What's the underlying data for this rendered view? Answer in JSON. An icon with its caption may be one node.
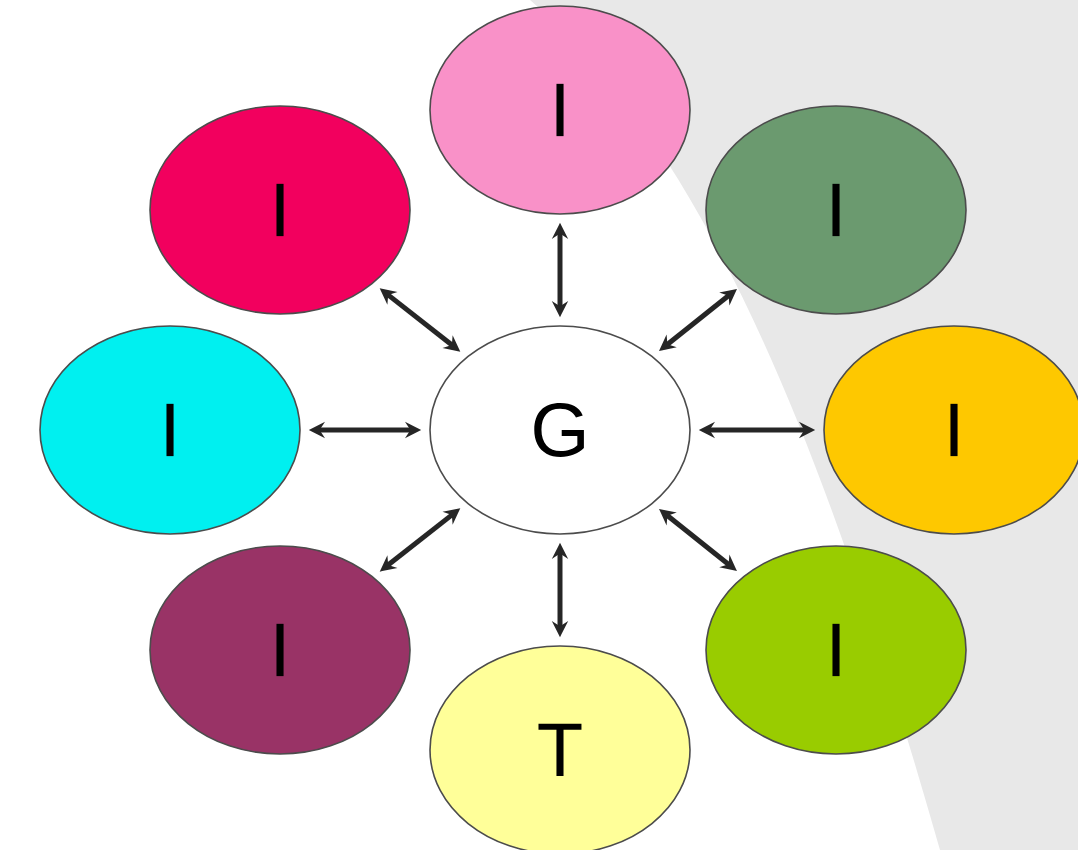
{
  "diagram": {
    "nodes": [
      {
        "text": [
          "I"
        ]
      },
      {
        "text": [
          "I"
        ]
      },
      {
        "text": [
          "I"
        ]
      },
      {
        "text": [
          "I"
        ]
      },
      {
        "text": [
          "G"
        ]
      },
      {
        "text": [
          "I"
        ]
      },
      {
        "text": [
          "I"
        ]
      },
      {
        "text": [
          "I"
        ]
      },
      {
        "text": [
          "T"
        ]
      }
    ],
    "edges": [
      {
        "from": 4,
        "to": 0,
        "arrow": "both"
      },
      {
        "from": 4,
        "to": 1,
        "arrow": "both"
      },
      {
        "from": 4,
        "to": 2,
        "arrow": "both"
      },
      {
        "from": 4,
        "to": 3,
        "arrow": "both"
      },
      {
        "from": 4,
        "to": 5,
        "arrow": "both"
      },
      {
        "from": 4,
        "to": 6,
        "arrow": "both"
      },
      {
        "from": 4,
        "to": 7,
        "arrow": "both"
      },
      {
        "from": 4,
        "to": 8,
        "arrow": "both"
      }
    ]
  }
}
